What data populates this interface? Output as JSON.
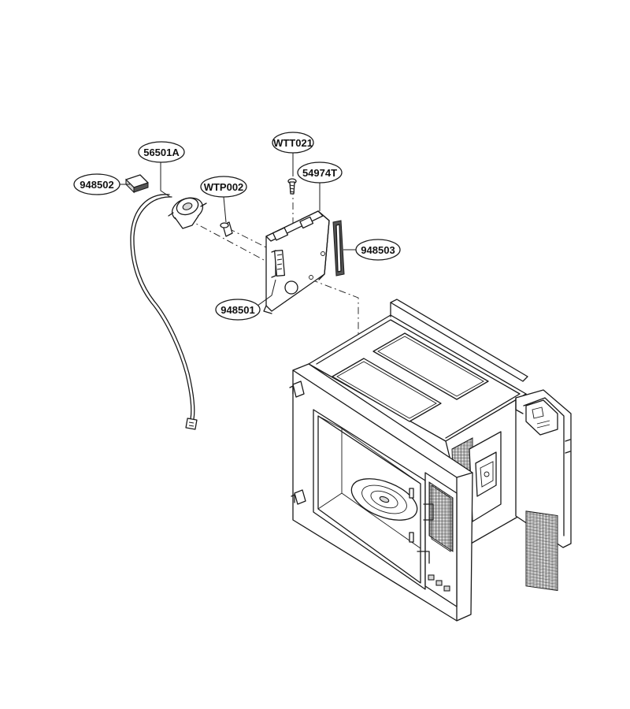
{
  "callouts": [
    {
      "id": "c1",
      "label": "56501A"
    },
    {
      "id": "c2",
      "label": "948502"
    },
    {
      "id": "c3",
      "label": "WTP002"
    },
    {
      "id": "c4",
      "label": "WTT021"
    },
    {
      "id": "c5",
      "label": "54974T"
    },
    {
      "id": "c6",
      "label": "948503"
    },
    {
      "id": "c7",
      "label": "948501"
    }
  ]
}
